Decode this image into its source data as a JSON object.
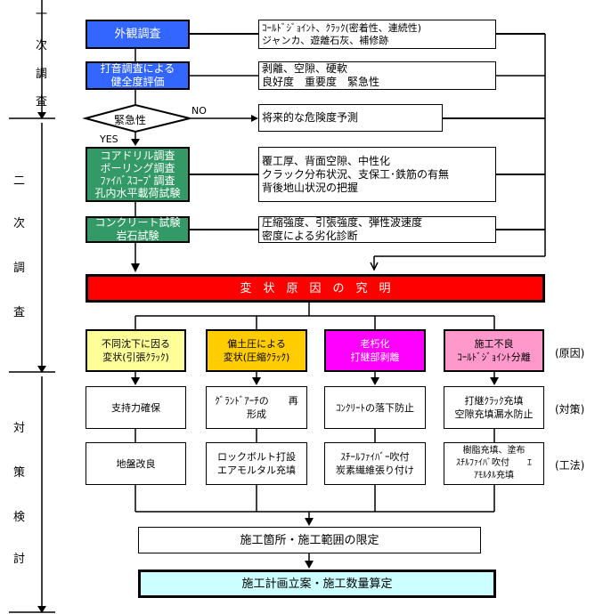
{
  "stages": {
    "first": [
      "一",
      "次",
      "調",
      "査"
    ],
    "second": [
      "二",
      "次",
      "調",
      "査"
    ],
    "third": [
      "対",
      "策",
      "検",
      "討"
    ]
  },
  "first_survey": {
    "visual": {
      "label": "外観調査",
      "detail": [
        "ｺｰﾙﾄﾞｼﾞｮｲﾝﾄ、ｸﾗｯｸ(密着性、連続性)",
        "ジャンカ、遊離石灰、補修跡"
      ]
    },
    "hammer": {
      "label": [
        "打音調査による",
        "健全度評価"
      ],
      "detail": [
        "剥離、空隙、硬軟",
        "良好度　重要度　緊急性"
      ]
    },
    "urgency": {
      "label": "緊急性",
      "no": "NO",
      "yes": "YES",
      "no_detail": "将来的な危険度予測"
    }
  },
  "second_survey": {
    "drill": {
      "label": [
        "コアドリル調査",
        "ボーリング調査",
        "ﾌｧｲﾊﾞｽｺｰﾌﾟ調査",
        "孔内水平載荷試験"
      ],
      "detail": [
        "覆工厚、背面空隙、中性化",
        "クラック分布状況、支保工･鉄筋の有無",
        "背後地山状況の把握"
      ]
    },
    "concrete": {
      "label": [
        "コンクリート試験",
        "岩石試験"
      ],
      "detail": [
        "圧縮強度、引張強度、弾性波速度",
        "密度による劣化診断"
      ]
    }
  },
  "cause_bar": "変　状　原　因　の　究　明",
  "row_labels": {
    "cause": "(原因)",
    "measure": "(対策)",
    "method": "(工法)"
  },
  "columns": [
    {
      "cause": [
        "不同沈下に因る",
        "変状(引張ｸﾗｯｸ)"
      ],
      "color": "#ffff99",
      "measure": [
        "支持力確保"
      ],
      "method": [
        "地盤改良"
      ]
    },
    {
      "cause": [
        "偏土圧による",
        "変状(圧縮ｸﾗｯｸ)"
      ],
      "color": "#ffcc00",
      "measure": [
        "ｸﾞﾗﾝﾄﾞｱｰﾁの　　再",
        "形成"
      ],
      "method": [
        "ロックボルト打設",
        "エアモルタル充填"
      ]
    },
    {
      "cause": [
        "老朽化",
        "打継部剥離"
      ],
      "color": "#ff00ff",
      "measure": [
        "ｺﾝｸﾘｰﾄの落下防止"
      ],
      "method": [
        "ｽﾁｰﾙﾌｧｲﾊﾞｰ吹付",
        "炭素繊維張り付け"
      ]
    },
    {
      "cause": [
        "施工不良",
        "ｺｰﾙﾄﾞｼﾞｮｲﾝﾄ分離"
      ],
      "color": "#ff99cc",
      "measure": [
        "打継ｸﾗｯｸ充填",
        "空隙充填漏水防止"
      ],
      "method": [
        "樹脂充填、塗布",
        "ｽﾁﾙﾌｧｲﾊﾞ吹付　　ｴ",
        "ｱﾓﾙﾀﾙ充填"
      ]
    }
  ],
  "scope": "施工箇所・施工範囲の限定",
  "plan": "施工計画立案・施工数量算定",
  "colors": {
    "blue": "#3366ff",
    "green": "#339966",
    "red": "#ff0000",
    "cyan": "#ccffff"
  }
}
